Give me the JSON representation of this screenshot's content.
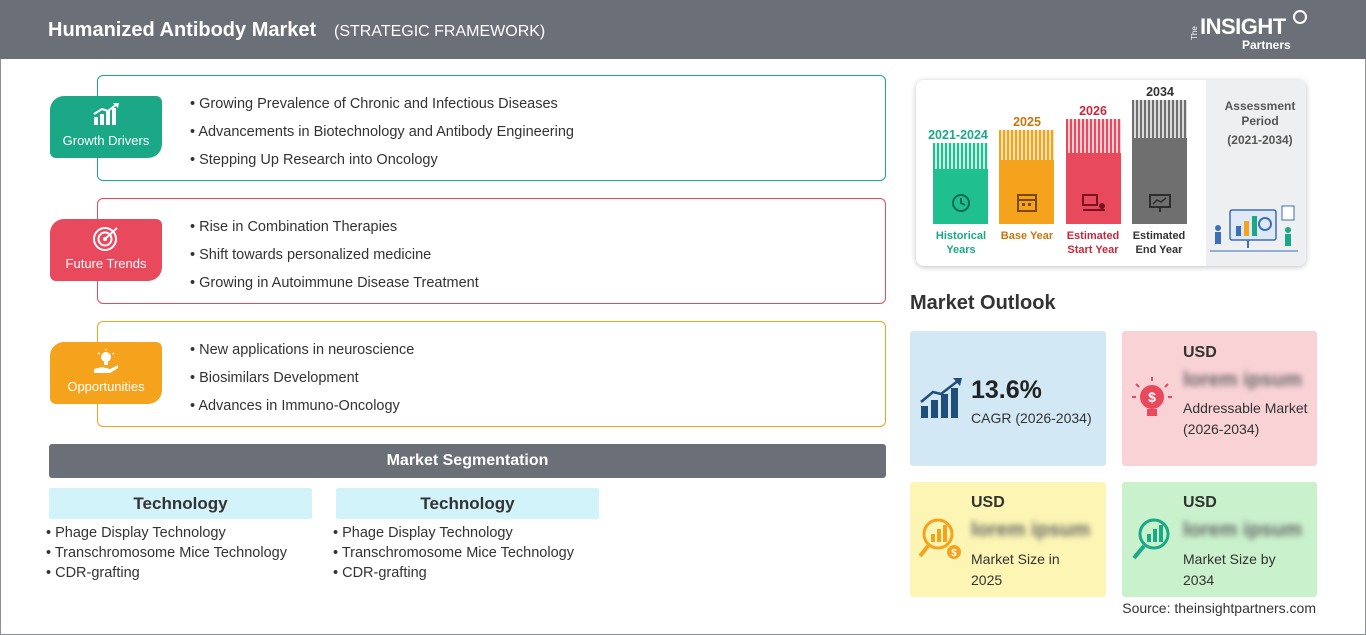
{
  "header": {
    "title": "Humanized Antibody Market",
    "subtitle": "(STRATEGIC FRAMEWORK)",
    "logo_the": "The",
    "logo_insight": "INSIGHT",
    "logo_partners": "Partners"
  },
  "categories": [
    {
      "label": "Growth Drivers",
      "icon": "growth-chart-icon",
      "color": "#1aa887",
      "items": [
        "Growing Prevalence of Chronic and Infectious Diseases",
        "Advancements in Biotechnology and Antibody Engineering",
        "Stepping Up Research into Oncology"
      ]
    },
    {
      "label": "Future Trends",
      "icon": "target-icon",
      "color": "#e8495c",
      "items": [
        "Rise in Combination Therapies",
        "Shift towards personalized medicine",
        "Growing in Autoimmune Disease Treatment"
      ]
    },
    {
      "label": "Opportunities",
      "icon": "lightbulb-hand-icon",
      "color": "#f5a21c",
      "items": [
        "New applications in neuroscience",
        "Biosimilars Development",
        "Advances in Immuno-Oncology"
      ]
    }
  ],
  "segmentation": {
    "title": "Market Segmentation",
    "columns": [
      {
        "heading": "Technology",
        "items": [
          "Phage Display Technology",
          "Transchromosome Mice Technology",
          "CDR-grafting"
        ]
      },
      {
        "heading": "Technology",
        "items": [
          "Phage Display Technology",
          "Transchromosome Mice Technology",
          "CDR-grafting"
        ]
      }
    ]
  },
  "timeline": {
    "bars": [
      {
        "year": "2021-2024",
        "label": "Historical Years",
        "color": "#1fbf8f",
        "year_color": "#1aa887",
        "icon": "history-icon"
      },
      {
        "year": "2025",
        "label": "Base Year",
        "color": "#f5a21c",
        "year_color": "#c8750a",
        "icon": "calendar-icon"
      },
      {
        "year": "2026",
        "label": "Estimated Start Year",
        "color": "#e8495c",
        "year_color": "#c8283d",
        "icon": "projector-icon"
      },
      {
        "year": "2034",
        "label": "Estimated End Year",
        "color": "#6f6f6f",
        "year_color": "#333333",
        "icon": "presentation-icon"
      }
    ],
    "assessment_label": "Assessment Period",
    "assessment_period": "(2021-2034)"
  },
  "outlook": {
    "title": "Market Outlook",
    "cagr_value": "13.6%",
    "cagr_label": "CAGR (2026-2034)",
    "tiles": [
      {
        "usd": "USD",
        "value": "lorem ipsum",
        "desc": "Addressable Market (2026-2034)",
        "bg": "#f9d2d6",
        "icon": "money-bulb-icon"
      },
      {
        "usd": "USD",
        "value": "lorem ipsum",
        "desc": "Market Size in 2025",
        "bg": "#fcf5b4",
        "icon": "magnifier-chart-icon"
      },
      {
        "usd": "USD",
        "value": "lorem ipsum",
        "desc": "Market Size by 2034",
        "bg": "#c9f1cc",
        "icon": "magnifier-growth-icon"
      }
    ],
    "cagr_bg": "#d2e8f4"
  },
  "source": "Source: theinsightpartners.com"
}
